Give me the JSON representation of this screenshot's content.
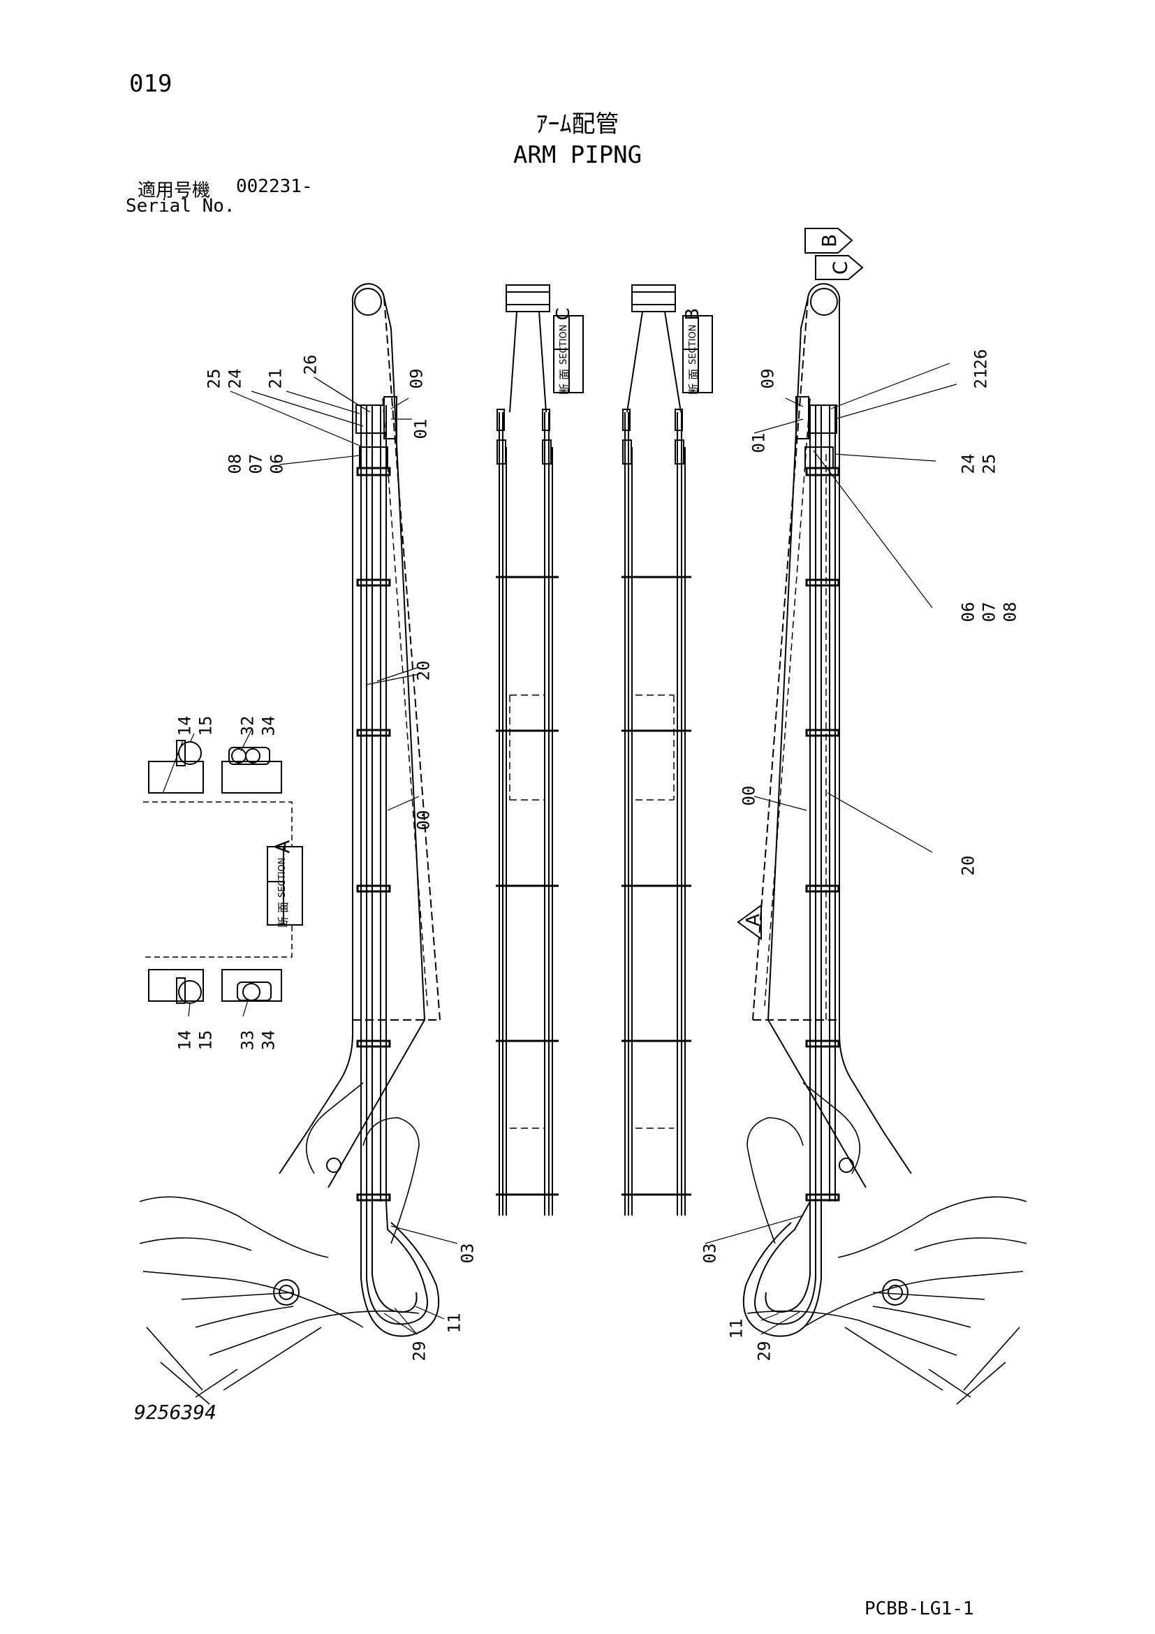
{
  "header": {
    "page_number": "019",
    "title_jp": "ｱｰﾑ配管",
    "title_en": "ARM PIPNG",
    "serial_label_jp": "適用号機",
    "serial_value": "002231-",
    "serial_label_en": "Serial No."
  },
  "footer": {
    "drawing_number": "9256394",
    "page_code": "PCBB-LG1-1"
  },
  "section_labels": {
    "danmen": "断 面",
    "section": "SECTION",
    "a": "A",
    "b": "B",
    "c": "C"
  },
  "view_markers": {
    "a": "A",
    "b": "B",
    "c": "C"
  },
  "callouts": {
    "left": [
      "25",
      "24",
      "21",
      "26",
      "09",
      "01",
      "08",
      "07",
      "06",
      "20",
      "00",
      "03",
      "11",
      "29"
    ],
    "right": [
      "09",
      "01",
      "26",
      "21",
      "24",
      "25",
      "06",
      "07",
      "08",
      "00",
      "20",
      "03",
      "11",
      "29"
    ],
    "section_a": [
      "14",
      "15",
      "32",
      "34",
      "14",
      "15",
      "33",
      "34"
    ]
  }
}
